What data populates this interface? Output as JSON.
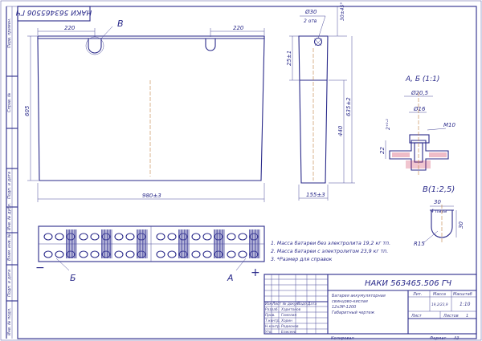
{
  "designation_rotated": "НАКИ 563465506 ГЧ",
  "side_strip_labels": [
    "Перв. примен.",
    "Справ. №",
    "Подп. и дата",
    "Инв. № дубл.",
    "Взам. инв. №",
    "Подп. и дата",
    "Инв. № подл."
  ],
  "front_view": {
    "dim_top_left": "220",
    "dim_top_right": "220",
    "dim_height": "605",
    "dim_width": "980±3",
    "callout_label": "В"
  },
  "side_view": {
    "dim_hole": "Ø30",
    "dim_holes_count": "2 отв",
    "dim_angle": "30±45°",
    "dim_25": "25±1",
    "dim_440": "440",
    "dim_635": "635±2",
    "dim_width": "155±3"
  },
  "detail_ab": {
    "title": "А, Б (1:1)",
    "dim_205": "Ø20,5",
    "dim_16": "Ø16",
    "dim_2": "2⁺⁰·²",
    "dim_m10": "М10",
    "dim_22": "22"
  },
  "detail_v": {
    "title": "В(1:2,5)",
    "dim_30_top": "30",
    "dim_4_paza": "4 паза",
    "dim_30_right": "30",
    "dim_r15": "R15"
  },
  "plan_view": {
    "minus_sign": "−",
    "plus_sign": "+",
    "label_b": "Б",
    "label_a": "А"
  },
  "notes": [
    "1. Масса батареи без электролита 19,2 кг тп.",
    "2. Масса батареи с электролитом 23,9 кг тп.",
    "3. *Размер для справок"
  ],
  "title_block": {
    "designation": "НАКИ 563465.506 ГЧ",
    "name_lines": [
      "Батарея аккумуляторная",
      "свинцово-кислая",
      "12хЭР-1200",
      "Габаритный чертеж"
    ],
    "header_cols": [
      "Изм",
      "Лист",
      "№ докум.",
      "Подп.",
      "Дата"
    ],
    "lit_label": "Лит.",
    "mass_label": "Масса",
    "scale_label": "Масштаб",
    "mass_value": "19,2/23,9",
    "scale_value": "1:10",
    "sheet_label": "Лист",
    "sheets_label": "Листов",
    "sheets_value": "1",
    "roles": [
      {
        "role": "Разраб.",
        "name": "Харитонов"
      },
      {
        "role": "Пров.",
        "name": "Гомелин"
      },
      {
        "role": "Т.контр.",
        "name": "Хорин"
      },
      {
        "role": "Н.контр.",
        "name": "Родионов"
      },
      {
        "role": "Утв.",
        "name": "Елисеев"
      }
    ],
    "copied_label": "Копировал",
    "format_label": "Формат",
    "format_value": "А3"
  },
  "colors": {
    "line": "#2a2a8a",
    "text": "#2a2a8a",
    "accent_pink": "#d04060",
    "orange": "#c08040"
  }
}
